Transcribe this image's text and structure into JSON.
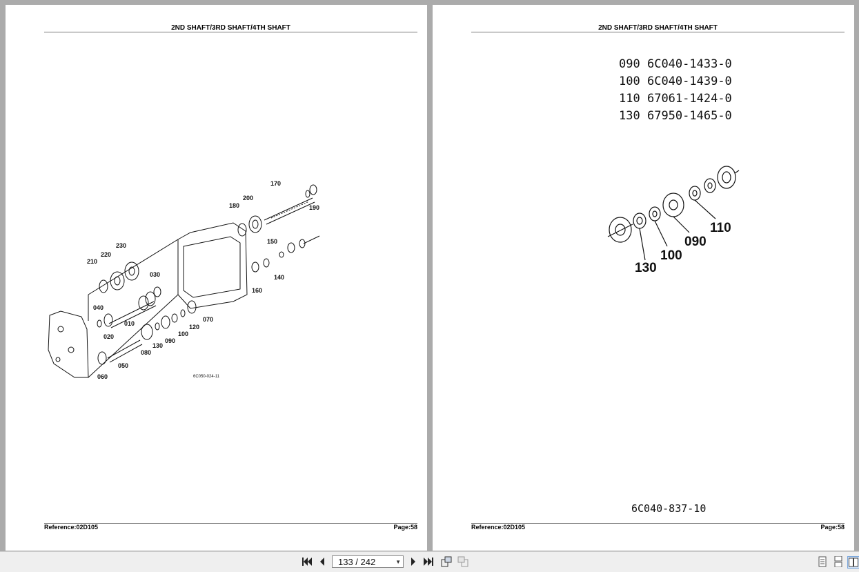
{
  "left_page": {
    "header": "2ND SHAFT/3RD SHAFT/4TH SHAFT",
    "footer_reference": "Reference:02D105",
    "footer_page": "Page:58",
    "diagram": {
      "callouts": [
        "170",
        "190",
        "200",
        "180",
        "150",
        "230",
        "220",
        "210",
        "030",
        "140",
        "160",
        "040",
        "010",
        "070",
        "120",
        "020",
        "100",
        "090",
        "130",
        "080",
        "050",
        "060"
      ],
      "figure_code": "6C050-024-11"
    }
  },
  "right_page": {
    "header": "2ND SHAFT/3RD SHAFT/4TH SHAFT",
    "footer_reference": "Reference:02D105",
    "footer_page": "Page:58",
    "parts": [
      {
        "ref": "090",
        "part_no": "6C040-1433-0"
      },
      {
        "ref": "100",
        "part_no": "6C040-1439-0"
      },
      {
        "ref": "110",
        "part_no": "67061-1424-0"
      },
      {
        "ref": "130",
        "part_no": "67950-1465-0"
      }
    ],
    "diagram": {
      "callouts": [
        "110",
        "090",
        "100",
        "130"
      ]
    },
    "figure_code": "6C040-837-10"
  },
  "toolbar": {
    "page_indicator": "133 / 242",
    "icons": [
      "first-page-icon",
      "previous-page-icon",
      "next-page-icon",
      "last-page-icon",
      "rotate-clockwise-icon",
      "rotate-counterclockwise-icon",
      "single-page-view-icon",
      "continuous-view-icon",
      "two-page-view-icon"
    ]
  }
}
